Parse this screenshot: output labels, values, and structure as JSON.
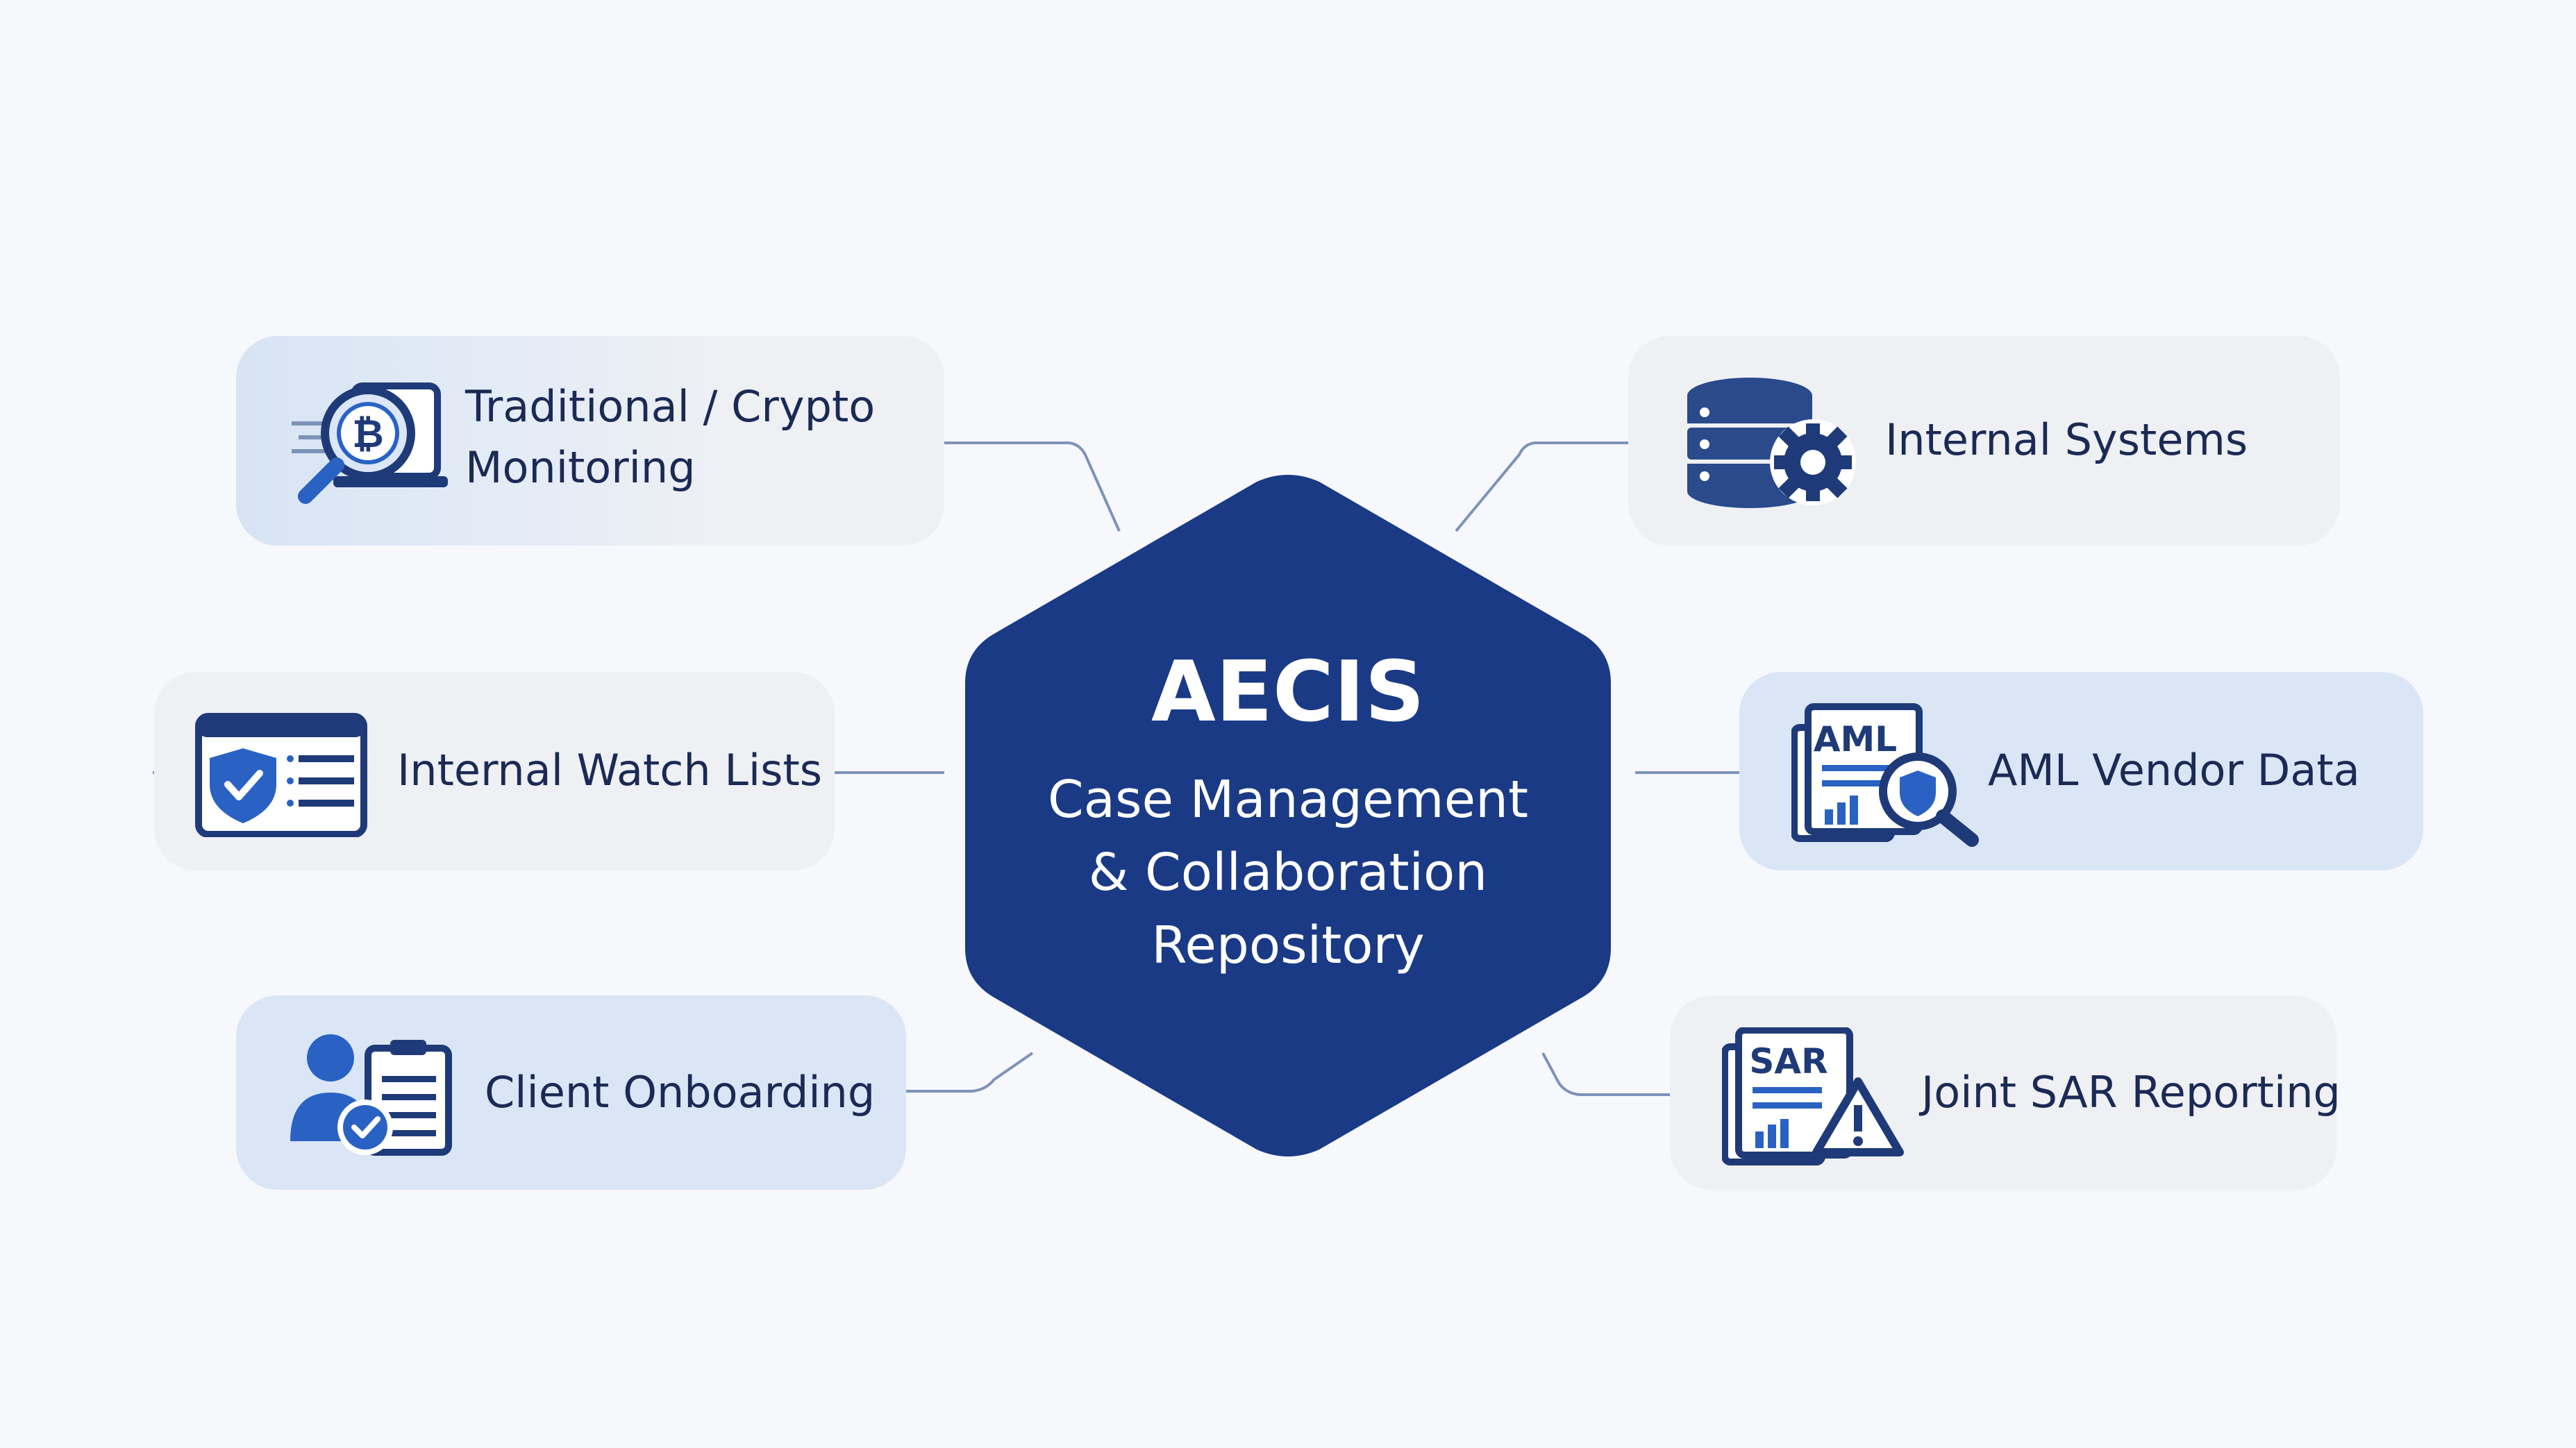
{
  "center": {
    "title": "AECIS",
    "lines": [
      "Case Management",
      "& Collaboration",
      "Repository"
    ]
  },
  "nodes": {
    "traditional_crypto": {
      "lines": [
        "Traditional / Crypto",
        "Monitoring"
      ],
      "icon": "bitcoin-magnifier-icon"
    },
    "internal_watch_lists": {
      "label": "Internal Watch Lists",
      "icon": "shield-checklist-icon"
    },
    "client_onboarding": {
      "label": "Client Onboarding",
      "icon": "user-clipboard-check-icon"
    },
    "internal_systems": {
      "label": "Internal Systems",
      "icon": "database-gear-icon"
    },
    "aml_vendor_data": {
      "label": "AML Vendor Data",
      "icon": "aml-report-magnifier-icon",
      "icon_text": "AML"
    },
    "joint_sar_reporting": {
      "label": "Joint SAR Reporting",
      "icon": "sar-report-warning-icon",
      "icon_text": "SAR"
    }
  },
  "colors": {
    "hexagon": "#1a3a85",
    "icon_dark": "#1f3a78",
    "icon_blue": "#2a62c4",
    "connector": "#7d93b8",
    "background": "#f7f8fc"
  }
}
